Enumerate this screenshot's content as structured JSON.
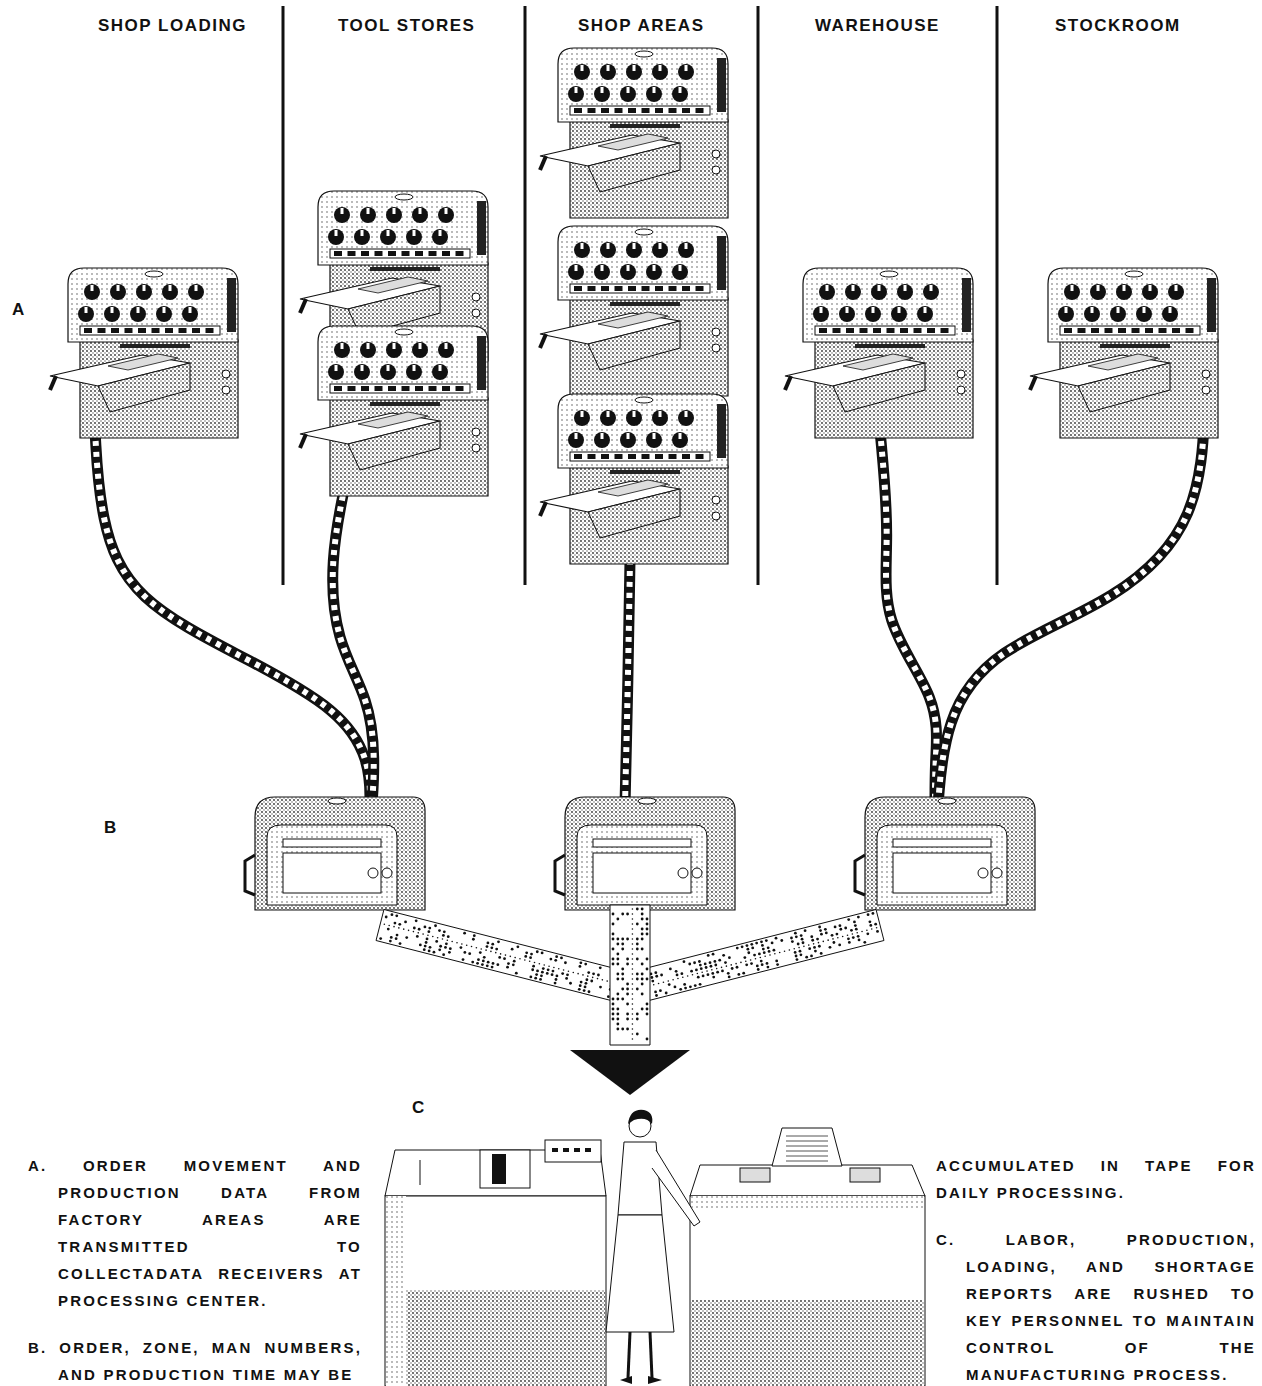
{
  "diagram": {
    "labels": [
      "SHOP LOADING",
      "TOOL STORES",
      "SHOP AREAS",
      "WAREHOUSE",
      "STOCKROOM",
      "A",
      "B",
      "C",
      "A. ORDER MOVEMENT AND PRODUCTION DATA FROM FACTORY AREAS ARE TRANSMITTED TO COLLECTADATA RECEIVERS AT PROCESSING CENTER.",
      "B. ORDER, ZONE, MAN NUMBERS, AND PRODUCTION TIME MAY BE",
      "ACCUMULATED IN TAPE FOR DAILY PROCESSING.",
      "C. LABOR, PRODUCTION, LOADING, AND SHORTAGE REPORTS ARE RUSHED TO KEY PERSONNEL TO MAINTAIN CONTROL OF THE MANUFACTURING PROCESS."
    ]
  }
}
